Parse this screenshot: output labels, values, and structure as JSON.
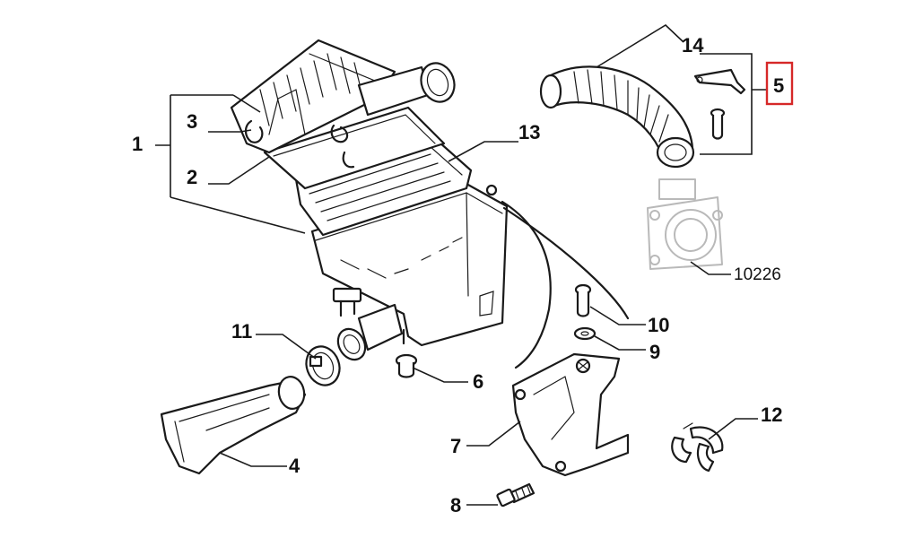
{
  "callouts": {
    "c1": "1",
    "c2": "2",
    "c3": "3",
    "c4": "4",
    "c5": "5",
    "c6": "6",
    "c7": "7",
    "c8": "8",
    "c9": "9",
    "c10": "10",
    "c11": "11",
    "c12": "12",
    "c13": "13",
    "c14": "14",
    "c10226": "10226"
  },
  "highlighted_callout": "5",
  "colors": {
    "line": "#1a1a1a",
    "highlight": "#d62828",
    "ghost_part": "#b9b9b9",
    "background": "#ffffff"
  }
}
